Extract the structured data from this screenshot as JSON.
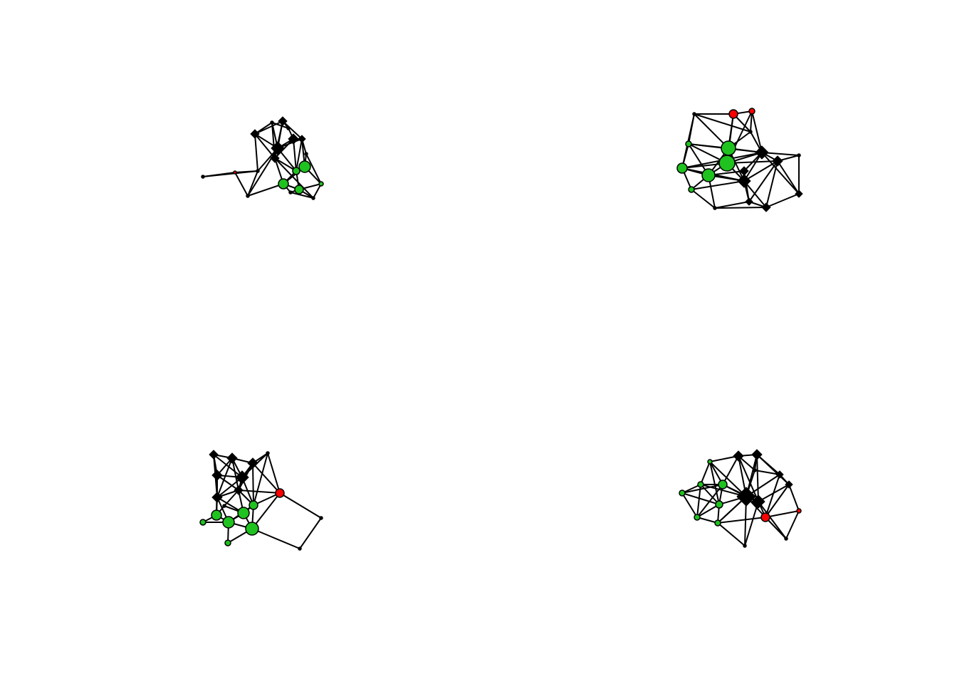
{
  "colors": {
    "background": "#ffffff",
    "edge": "#000000",
    "green": "#1fc21f",
    "red": "#ff0000",
    "black": "#000000"
  },
  "panels": [
    {
      "name": "network-panel-top-left"
    },
    {
      "name": "network-panel-top-right"
    },
    {
      "name": "network-panel-bottom-left"
    },
    {
      "name": "network-panel-bottom-right"
    }
  ]
}
